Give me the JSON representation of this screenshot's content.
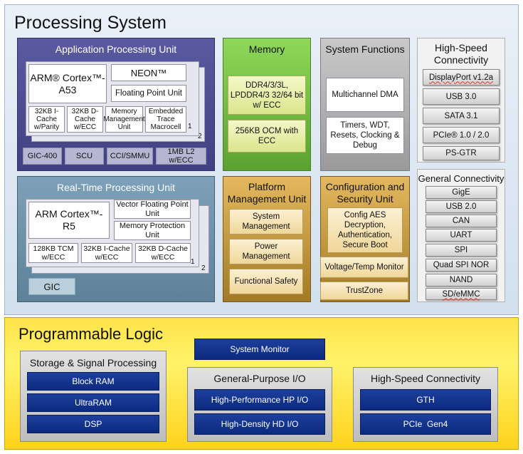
{
  "ps": {
    "title": "Processing System",
    "apu": {
      "title": "Application Processing Unit",
      "arm_core": "ARM® Cortex™-A53",
      "neon": "NEON™",
      "fpu": "Floating Point Unit",
      "cells": [
        "32KB I-Cache w/Parity",
        "32KB D-Cache w/ECC",
        "Memory Management Unit",
        "Embedded Trace Macrocell"
      ],
      "stack_labels": [
        "1",
        "2"
      ],
      "bar": [
        "GIC-400",
        "SCU",
        "CCI/SMMU",
        "1MB L2 w/ECC"
      ]
    },
    "rpu": {
      "title": "Real-Time Processing Unit",
      "arm_core": "ARM Cortex™-R5",
      "vfpu": "Vector Floating Point Unit",
      "mpu": "Memory Protection Unit",
      "cells": [
        "128KB TCM w/ECC",
        "32KB I-Cache w/ECC",
        "32KB D-Cache w/ECC"
      ],
      "stack_labels": [
        "1",
        "2"
      ],
      "gic": "GIC"
    },
    "memory": {
      "title": "Memory",
      "ddr": "DDR4/3/3L, LPDDR4/3 32/64 bit w/ ECC",
      "ocm": "256KB OCM with ECC"
    },
    "system_functions": {
      "title": "System Functions",
      "dma": "Multichannel DMA",
      "timers": "Timers, WDT, Resets, Clocking & Debug"
    },
    "pmu": {
      "title": "Platform Management Unit",
      "items": [
        "System Management",
        "Power Management",
        "Functional Safety"
      ]
    },
    "csu": {
      "title": "Configuration and Security Unit",
      "config": "Config AES Decryption, Authentication, Secure Boot",
      "voltage": "Voltage/Temp Monitor",
      "trustzone": "TrustZone"
    },
    "high_speed": {
      "title": "High-Speed Connectivity",
      "items": [
        "DisplayPort v1.2a",
        "USB 3.0",
        "SATA 3.1",
        "PCIe® 1.0 / 2.0",
        "PS-GTR"
      ]
    },
    "general": {
      "title": "General Connectivity",
      "items": [
        "GigE",
        "USB 2.0",
        "CAN",
        "UART",
        "SPI",
        "Quad SPI NOR",
        "NAND",
        "SD/eMMC"
      ]
    }
  },
  "pl": {
    "title": "Programmable Logic",
    "system_monitor": "System Monitor",
    "storage": {
      "title": "Storage & Signal Processing",
      "items": [
        "Block RAM",
        "UltraRAM",
        "DSP"
      ]
    },
    "gpio": {
      "title": "General-Purpose I/O",
      "items": [
        "High-Performance HP I/O",
        "High-Density HD I/O"
      ]
    },
    "hsc": {
      "title": "High-Speed Connectivity",
      "items": [
        "GTH",
        "PCIe  Gen4"
      ]
    }
  },
  "colors": {
    "apu": "#404082",
    "rpu": "#5d8198",
    "memory": "#5aa12e",
    "system_functions": "#9a9a9a",
    "management": "#a27a25",
    "pl_background": "#ffd21c",
    "pl_block": "#0c2a80"
  }
}
